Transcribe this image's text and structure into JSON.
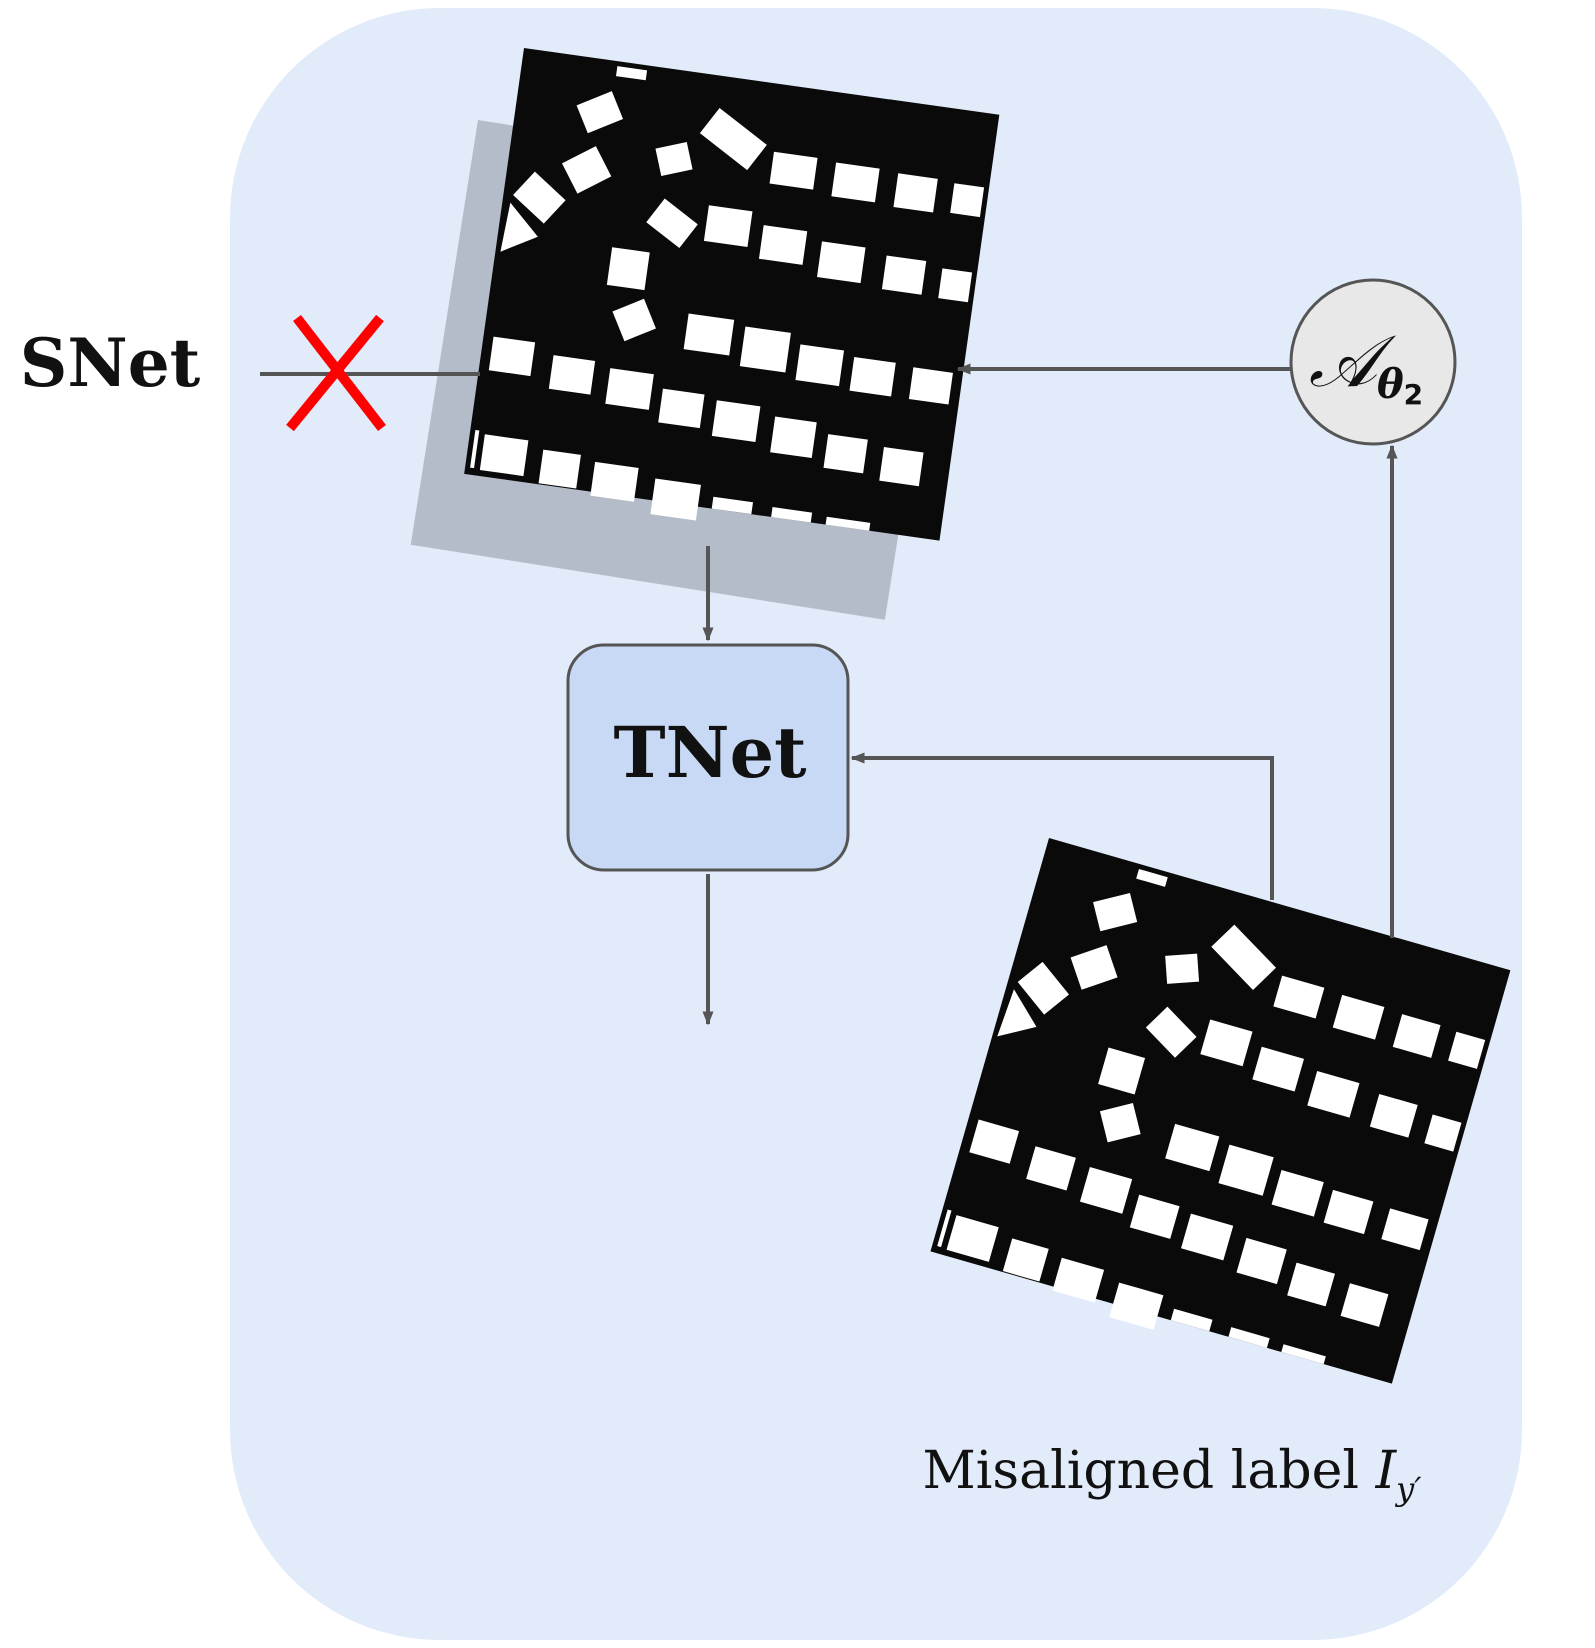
{
  "diagram": {
    "snet_label": "SNet",
    "tnet_label": "TNet",
    "transform_symbol": "𝒜",
    "transform_subscript": "θ",
    "transform_subscript_index": "2",
    "misaligned_caption_text": "Misaligned label ",
    "misaligned_caption_var": "I",
    "misaligned_caption_sub": "y′",
    "colors": {
      "panel_bg": "#e2ebf9",
      "tnet_fill": "#c8d9f5",
      "node_fill": "#e8e8e8",
      "arrow": "#555555",
      "cross": "#ff0000",
      "image_bg": "#0a0a0a",
      "ghost": "#9aa1ad"
    }
  }
}
